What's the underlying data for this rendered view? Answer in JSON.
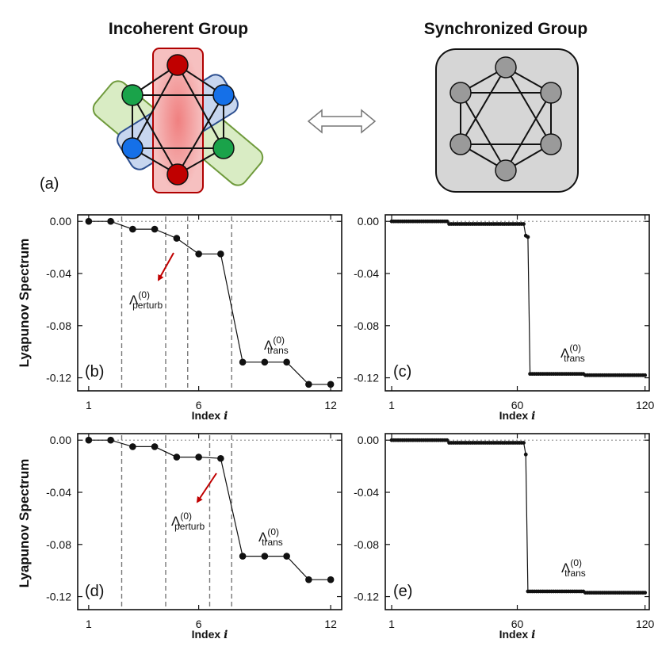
{
  "figure": {
    "panel_a": {
      "label": "(a)",
      "left_title": "Incoherent Group",
      "right_title": "Synchronized Group",
      "colors": {
        "red_node": "#c00000",
        "green_node": "#1aa34a",
        "blue_node": "#1570e8",
        "red_box": "#f6b8b8",
        "green_box": "#d9ecc4",
        "blue_box": "#c7d6ef",
        "gray_box": "#d6d6d6",
        "gray_node": "#9a9a9a"
      }
    },
    "ylabel_top": "Lyapunov Spectrum",
    "ylabel_bottom": "Lyapunov Spectrum"
  },
  "chart_data": [
    {
      "panel": "(b)",
      "type": "line",
      "x": [
        1,
        2,
        3,
        4,
        5,
        6,
        7,
        8,
        9,
        10,
        11,
        12
      ],
      "y": [
        0.0,
        0.0,
        -0.006,
        -0.006,
        -0.013,
        -0.025,
        -0.025,
        -0.108,
        -0.108,
        -0.108,
        -0.125,
        -0.125
      ],
      "xticks": [
        "1",
        "6",
        "12"
      ],
      "yticks": [
        "0.00",
        "-0.04",
        "-0.08",
        "-0.12"
      ],
      "xlabel": "Index",
      "xlabel_var": "i",
      "xlim": [
        0.5,
        12.5
      ],
      "ylim": [
        -0.13,
        0.005
      ],
      "vlines": [
        2.5,
        4.5,
        5.5,
        7.5
      ],
      "arrow": true,
      "annotations": {
        "perturb": {
          "base": "Λ",
          "sup": "(0)",
          "sub": "perturb"
        },
        "trans": {
          "base": "Λ",
          "sup": "(0)",
          "sub": "trans"
        }
      }
    },
    {
      "panel": "(c)",
      "type": "line",
      "x_range": [
        1,
        120
      ],
      "segments": [
        {
          "from": 1,
          "to": 27,
          "y": 0.0
        },
        {
          "from": 28,
          "to": 63,
          "y": -0.002
        },
        {
          "from": 64,
          "to": 64,
          "y": -0.011
        },
        {
          "from": 65,
          "to": 65,
          "y": -0.012
        },
        {
          "from": 66,
          "to": 91,
          "y": -0.117
        },
        {
          "from": 92,
          "to": 120,
          "y": -0.118
        }
      ],
      "xticks": [
        "1",
        "60",
        "120"
      ],
      "yticks": [
        "0.00",
        "-0.04",
        "-0.08",
        "-0.12"
      ],
      "xlabel": "Index",
      "xlabel_var": "i",
      "xlim": [
        -2,
        122
      ],
      "ylim": [
        -0.13,
        0.005
      ],
      "annotations": {
        "trans": {
          "base": "Λ",
          "sup": "(0)",
          "sub": "trans"
        }
      }
    },
    {
      "panel": "(d)",
      "type": "line",
      "x": [
        1,
        2,
        3,
        4,
        5,
        6,
        7,
        8,
        9,
        10,
        11,
        12
      ],
      "y": [
        0.0,
        0.0,
        -0.005,
        -0.005,
        -0.013,
        -0.013,
        -0.014,
        -0.089,
        -0.089,
        -0.089,
        -0.107,
        -0.107
      ],
      "xticks": [
        "1",
        "6",
        "12"
      ],
      "yticks": [
        "0.00",
        "-0.04",
        "-0.08",
        "-0.12"
      ],
      "xlabel": "Index",
      "xlabel_var": "i",
      "xlim": [
        0.5,
        12.5
      ],
      "ylim": [
        -0.13,
        0.005
      ],
      "vlines": [
        2.5,
        4.5,
        6.5,
        7.5
      ],
      "arrow": true,
      "annotations": {
        "perturb": {
          "base": "Λ",
          "sup": "(0)",
          "sub": "perturb"
        },
        "trans": {
          "base": "Λ",
          "sup": "(0)",
          "sub": "trans"
        }
      }
    },
    {
      "panel": "(e)",
      "type": "line",
      "x_range": [
        1,
        120
      ],
      "segments": [
        {
          "from": 1,
          "to": 27,
          "y": 0.0
        },
        {
          "from": 28,
          "to": 63,
          "y": -0.002
        },
        {
          "from": 64,
          "to": 64,
          "y": -0.011
        },
        {
          "from": 65,
          "to": 91,
          "y": -0.116
        },
        {
          "from": 92,
          "to": 120,
          "y": -0.117
        }
      ],
      "xticks": [
        "1",
        "60",
        "120"
      ],
      "yticks": [
        "0.00",
        "-0.04",
        "-0.08",
        "-0.12"
      ],
      "xlabel": "Index",
      "xlabel_var": "i",
      "xlim": [
        -2,
        122
      ],
      "ylim": [
        -0.13,
        0.005
      ],
      "annotations": {
        "trans": {
          "base": "Λ",
          "sup": "(0)",
          "sub": "trans"
        }
      }
    }
  ]
}
